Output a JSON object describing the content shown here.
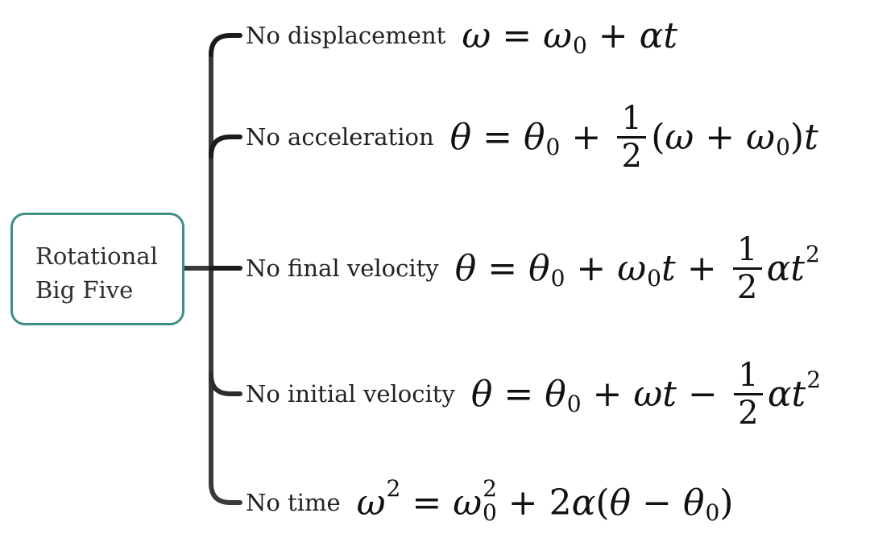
{
  "root": {
    "label_line1": "Rotational",
    "label_line2": "Big Five",
    "border_color": "#3e8f8a"
  },
  "branches": [
    {
      "label": "No displacement",
      "equation": "ω = ω0 + αt",
      "pieces": [
        {
          "t": "ω",
          "c": "it"
        },
        {
          "t": "=",
          "c": "op"
        },
        {
          "t": "ω",
          "c": "it"
        },
        {
          "t": "0",
          "c": "sub"
        },
        {
          "t": "+",
          "c": "op"
        },
        {
          "t": "αt",
          "c": "it"
        }
      ]
    },
    {
      "label": "No acceleration",
      "equation": "θ = θ0 + 1/2(ω + ω0)t",
      "pieces": [
        {
          "t": "θ",
          "c": "it"
        },
        {
          "t": "=",
          "c": "op"
        },
        {
          "t": "θ",
          "c": "it"
        },
        {
          "t": "0",
          "c": "sub"
        },
        {
          "t": "+",
          "c": "op"
        },
        {
          "t": "1",
          "c": "frac",
          "d": "2"
        },
        {
          "t": "(",
          "c": "num"
        },
        {
          "t": "ω",
          "c": "it"
        },
        {
          "t": "+",
          "c": "op"
        },
        {
          "t": "ω",
          "c": "it"
        },
        {
          "t": "0",
          "c": "sub"
        },
        {
          "t": ")",
          "c": "num"
        },
        {
          "t": "t",
          "c": "it"
        }
      ]
    },
    {
      "label": "No final velocity",
      "equation": "θ = θ0 + ω0t + 1/2αt²",
      "pieces": [
        {
          "t": "θ",
          "c": "it"
        },
        {
          "t": "=",
          "c": "op"
        },
        {
          "t": "θ",
          "c": "it"
        },
        {
          "t": "0",
          "c": "sub"
        },
        {
          "t": "+",
          "c": "op"
        },
        {
          "t": "ω",
          "c": "it"
        },
        {
          "t": "0",
          "c": "sub"
        },
        {
          "t": "t",
          "c": "it"
        },
        {
          "t": "+",
          "c": "op"
        },
        {
          "t": "1",
          "c": "frac",
          "d": "2"
        },
        {
          "t": "αt",
          "c": "it"
        },
        {
          "t": "2",
          "c": "sup"
        }
      ]
    },
    {
      "label": "No initial velocity",
      "equation": "θ = θ0 + ωt − 1/2αt²",
      "pieces": [
        {
          "t": "θ",
          "c": "it"
        },
        {
          "t": "=",
          "c": "op"
        },
        {
          "t": "θ",
          "c": "it"
        },
        {
          "t": "0",
          "c": "sub"
        },
        {
          "t": "+",
          "c": "op"
        },
        {
          "t": "ωt",
          "c": "it"
        },
        {
          "t": "−",
          "c": "op"
        },
        {
          "t": "1",
          "c": "frac",
          "d": "2"
        },
        {
          "t": "αt",
          "c": "it"
        },
        {
          "t": "2",
          "c": "sup"
        }
      ]
    },
    {
      "label": "No time",
      "equation": "ω² = ω0² + 2α(θ − θ0)",
      "pieces": [
        {
          "t": "ω",
          "c": "it"
        },
        {
          "t": "2",
          "c": "sup"
        },
        {
          "t": "=",
          "c": "op"
        },
        {
          "t": "ω",
          "c": "it"
        },
        {
          "t": "2",
          "c": "sup"
        },
        {
          "t": "0",
          "c": "sub"
        },
        {
          "t": "+",
          "c": "op"
        },
        {
          "t": "2",
          "c": "num"
        },
        {
          "t": "α",
          "c": "it"
        },
        {
          "t": "(",
          "c": "num"
        },
        {
          "t": "θ",
          "c": "it"
        },
        {
          "t": "−",
          "c": "op"
        },
        {
          "t": "θ",
          "c": "it"
        },
        {
          "t": "0",
          "c": "sub"
        },
        {
          "t": ")",
          "c": "num"
        }
      ]
    }
  ]
}
